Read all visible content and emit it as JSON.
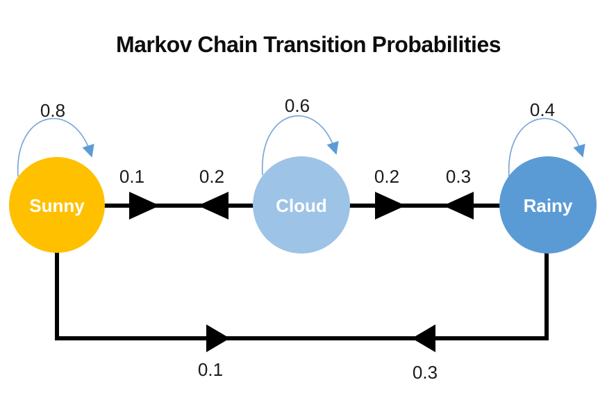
{
  "title": "Markov Chain Transition Probabilities",
  "diagram": {
    "states": [
      {
        "name": "Sunny",
        "color": "#FFC000",
        "self_probability": "0.8"
      },
      {
        "name": "Cloud",
        "color": "#9DC3E6",
        "self_probability": "0.6"
      },
      {
        "name": "Rainy",
        "color": "#5B9BD5",
        "self_probability": "0.4"
      }
    ],
    "transitions": [
      {
        "from": "Sunny",
        "to": "Cloud",
        "probability": "0.1"
      },
      {
        "from": "Cloud",
        "to": "Sunny",
        "probability": "0.2"
      },
      {
        "from": "Cloud",
        "to": "Rainy",
        "probability": "0.2"
      },
      {
        "from": "Rainy",
        "to": "Cloud",
        "probability": "0.3"
      },
      {
        "from": "Sunny",
        "to": "Rainy",
        "probability": "0.1"
      },
      {
        "from": "Rainy",
        "to": "Sunny",
        "probability": "0.3"
      }
    ],
    "colors": {
      "edge": "#000000",
      "self_loop_line": "#7CA6D8",
      "self_loop_arrow": "#5B9BD5",
      "state_text": "#FFFFFF",
      "label_text": "#1A1A1A"
    }
  }
}
